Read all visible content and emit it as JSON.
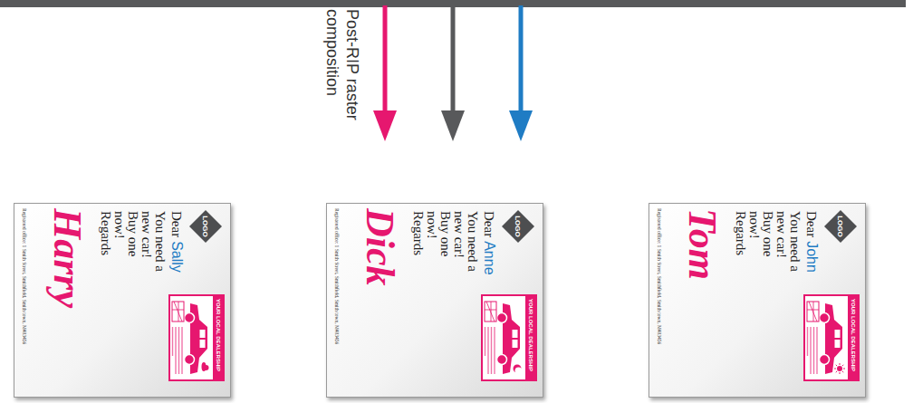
{
  "diagram": {
    "nodes": [
      {
        "text": [
          "Dear",
          "Sally",
          "You need a new car! Buy one now!",
          "Regards",
          "Harry",
          "Registered office: 1 Smith Street, Smithfield, Smith town, M403456"
        ]
      },
      {
        "text": [
          "LOGO"
        ],
        "in": 0
      },
      {
        "text": [
          "YOUR LOCAL DEALERSHIP"
        ],
        "in": 0
      },
      {
        "text": [
          "Dear",
          "Anne",
          "You need a new car! Buy one now!",
          "Regards",
          "Dick",
          "Registered office: 1 Smith Street, Smithfield, Smith town, M403456"
        ]
      },
      {
        "text": [
          "LOGO"
        ],
        "in": 3
      },
      {
        "text": [
          "YOUR LOCAL DEALERSHIP"
        ],
        "in": 3
      },
      {
        "text": [
          "Dear",
          "John",
          "You need a new car! Buy one now!",
          "Regards",
          "Tom",
          "Registered office: 1 Smith Street, Smithfield, Smith town, M403456"
        ]
      },
      {
        "text": [
          "LOGO"
        ],
        "in": 6
      },
      {
        "text": [
          "YOUR LOCAL DEALERSHIP"
        ],
        "in": 6
      }
    ],
    "labels": [
      "Post-RIP raster composition"
    ]
  }
}
